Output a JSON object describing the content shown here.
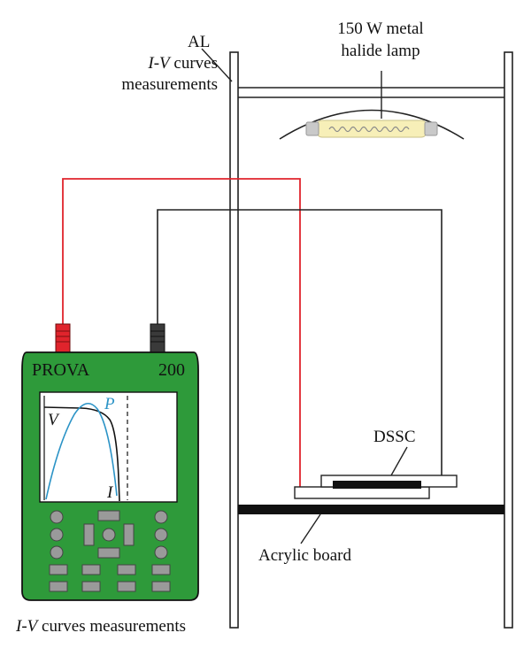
{
  "labels": {
    "al": "AL",
    "iv_top_italic": "I-V",
    "iv_top_rest": " curves",
    "iv_top_line2": "measurements",
    "lamp_line1": "150 W metal",
    "lamp_line2": "halide lamp",
    "dssc": "DSSC",
    "acrylic": "Acrylic board",
    "iv_bottom_italic": "I-V",
    "iv_bottom_rest": " curves measurements"
  },
  "device": {
    "brand": "PROVA",
    "model": "200",
    "curve_v": "V",
    "curve_p": "P",
    "curve_i": "I"
  },
  "colors": {
    "device_green": "#2e9a3a",
    "red_wire": "#e0242c",
    "black_wire": "#222222",
    "p_curve": "#2b93c6",
    "lamp_glow": "#f7efb8"
  }
}
